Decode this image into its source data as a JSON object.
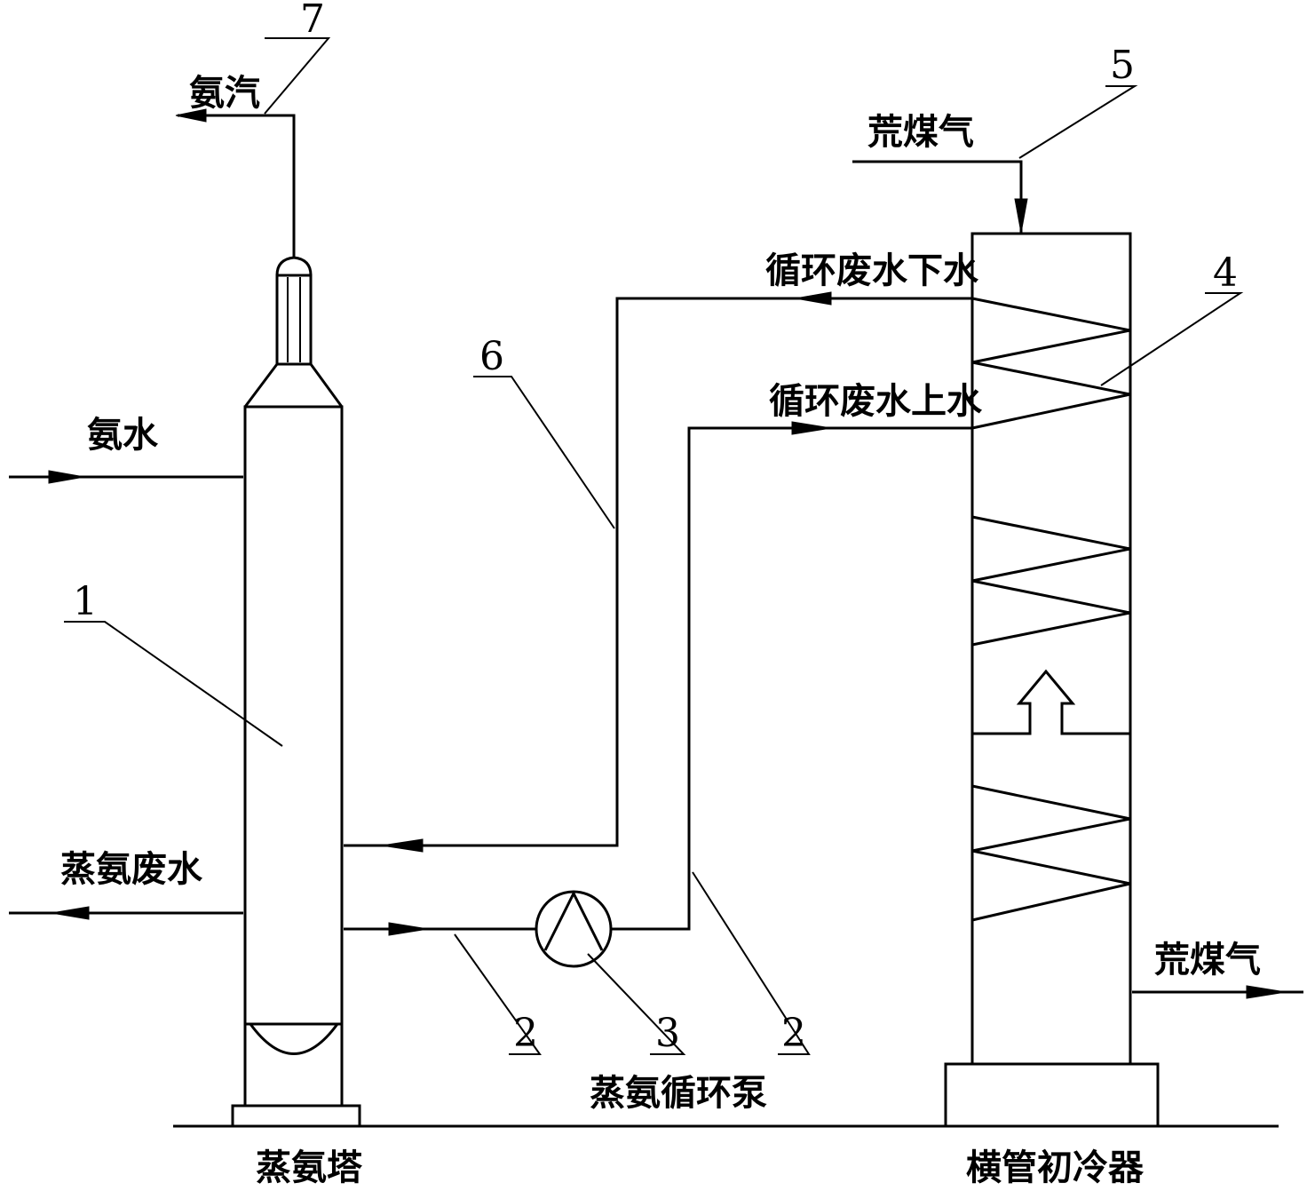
{
  "labels": {
    "ammonia_vapor": "氨汽",
    "ammonia_water": "氨水",
    "stripping_wastewater": "蒸氨废水",
    "stripping_tower": "蒸氨塔",
    "circulation_pump": "蒸氨循环泵",
    "crude_gas_in": "荒煤气",
    "crude_gas_out": "荒煤气",
    "circ_water_return": "循环废水下水",
    "circ_water_supply": "循环废水上水",
    "primary_cooler": "横管初冷器"
  },
  "callouts": {
    "n1": "1",
    "n2a": "2",
    "n2b": "2",
    "n3": "3",
    "n4": "4",
    "n5": "5",
    "n6": "6",
    "n7": "7"
  }
}
